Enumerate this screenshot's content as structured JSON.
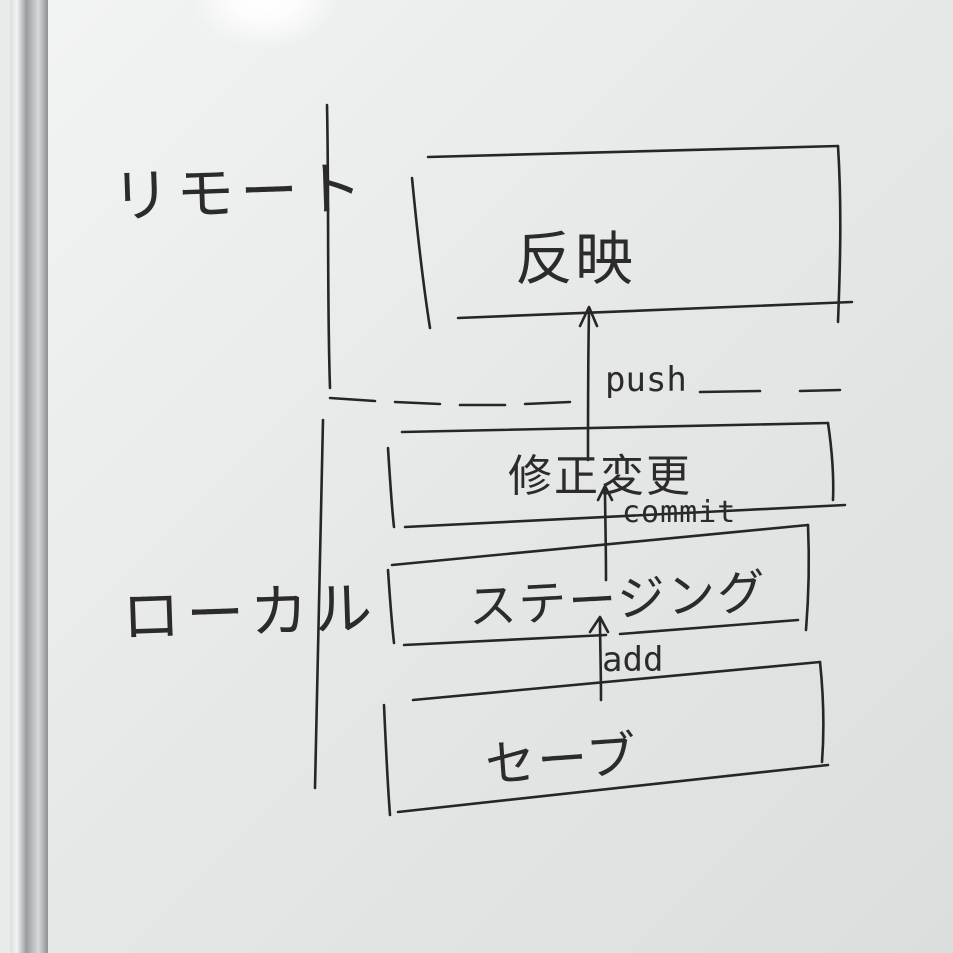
{
  "whiteboard": {
    "labels": {
      "remote": "リモート",
      "local": "ローカル"
    },
    "boxes": {
      "reflect": "反映",
      "modification": "修正変更",
      "staging": "ステージング",
      "save": "セーブ"
    },
    "operations": {
      "push": "push",
      "commit": "commit",
      "add": "add"
    }
  }
}
